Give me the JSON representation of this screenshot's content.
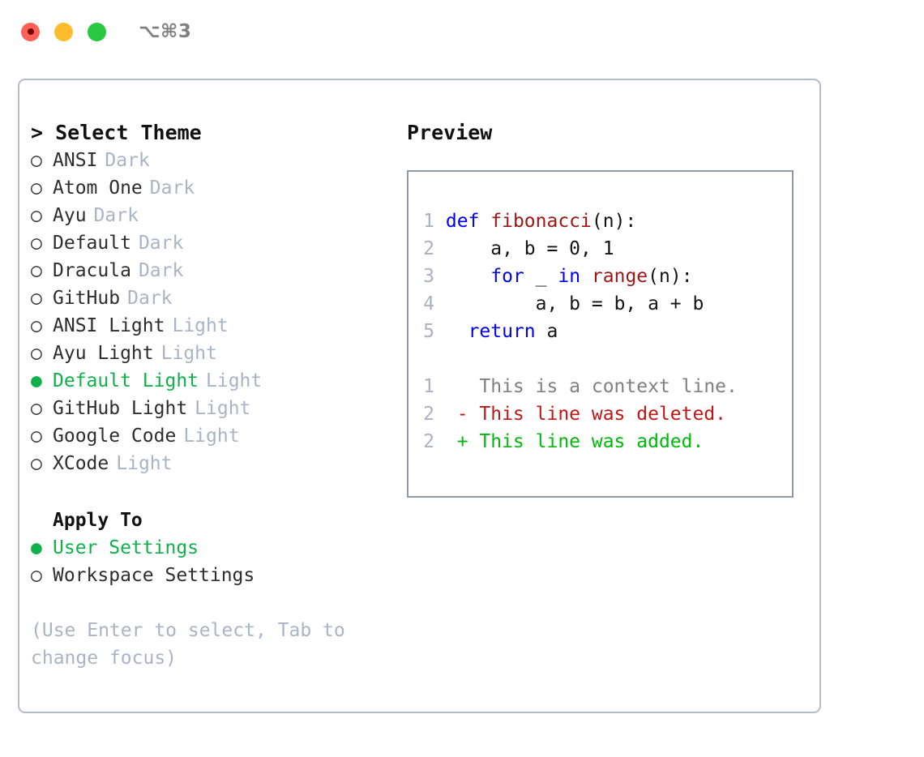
{
  "titlebar": {
    "shortcut": "⌥⌘3",
    "dots": [
      "close-red",
      "minimize-amber",
      "maximize-green"
    ]
  },
  "theme_picker": {
    "heading": "> Select Theme",
    "heading_caret": ">",
    "heading_text": "Select Theme",
    "marker_unselected": "○",
    "marker_selected": "●",
    "items": [
      {
        "label": "ANSI",
        "tag": "Dark",
        "selected": false
      },
      {
        "label": "Atom One",
        "tag": "Dark",
        "selected": false
      },
      {
        "label": "Ayu",
        "tag": "Dark",
        "selected": false
      },
      {
        "label": "Default",
        "tag": "Dark",
        "selected": false
      },
      {
        "label": "Dracula",
        "tag": "Dark",
        "selected": false
      },
      {
        "label": "GitHub",
        "tag": "Dark",
        "selected": false
      },
      {
        "label": "ANSI Light",
        "tag": "Light",
        "selected": false
      },
      {
        "label": "Ayu Light",
        "tag": "Light",
        "selected": false
      },
      {
        "label": "Default Light",
        "tag": "Light",
        "selected": true
      },
      {
        "label": "GitHub Light",
        "tag": "Light",
        "selected": false
      },
      {
        "label": "Google Code",
        "tag": "Light",
        "selected": false
      },
      {
        "label": "XCode",
        "tag": "Light",
        "selected": false
      }
    ]
  },
  "apply_to": {
    "heading": "Apply To",
    "items": [
      {
        "label": "User Settings",
        "selected": true
      },
      {
        "label": "Workspace Settings",
        "selected": false
      }
    ]
  },
  "hint": "(Use Enter to select, Tab to change focus)",
  "preview": {
    "title": "Preview",
    "code_lines": [
      {
        "num": "1",
        "tokens": [
          {
            "t": "def ",
            "c": "kw"
          },
          {
            "t": "fibonacci",
            "c": "fn"
          },
          {
            "t": "(n):",
            "c": "plain"
          }
        ]
      },
      {
        "num": "2",
        "tokens": [
          {
            "t": "    a, b = 0, 1",
            "c": "plain"
          }
        ]
      },
      {
        "num": "3",
        "tokens": [
          {
            "t": "    ",
            "c": "plain"
          },
          {
            "t": "for",
            "c": "kw"
          },
          {
            "t": " _ ",
            "c": "plain"
          },
          {
            "t": "in",
            "c": "kw"
          },
          {
            "t": " ",
            "c": "plain"
          },
          {
            "t": "range",
            "c": "fn"
          },
          {
            "t": "(n):",
            "c": "plain"
          }
        ]
      },
      {
        "num": "4",
        "tokens": [
          {
            "t": "        a, b = b, a + b",
            "c": "plain"
          }
        ]
      },
      {
        "num": "5",
        "tokens": [
          {
            "t": "  ",
            "c": "plain"
          },
          {
            "t": "return",
            "c": "kw"
          },
          {
            "t": " a",
            "c": "plain"
          }
        ]
      },
      {
        "num": " ",
        "tokens": [
          {
            "t": "",
            "c": "blank"
          }
        ]
      }
    ],
    "diff_lines": [
      {
        "num": "1",
        "marker": " ",
        "text": "This is a context line.",
        "kind": "ctx"
      },
      {
        "num": "2",
        "marker": "-",
        "text": "This line was deleted.",
        "kind": "del"
      },
      {
        "num": "2",
        "marker": "+",
        "text": "This line was added.",
        "kind": "add"
      }
    ]
  },
  "colors": {
    "accent_green": "#10b04a",
    "muted_tag": "#a9b4c4",
    "line_number": "#a8b2c0",
    "keyword_blue": "#0000ee",
    "function_red": "#9e1515",
    "diff_delete": "#bf1616",
    "diff_add": "#00b90c",
    "diff_context": "#808080",
    "panel_border": "#b3bcc8",
    "preview_border": "#8e9aab"
  }
}
